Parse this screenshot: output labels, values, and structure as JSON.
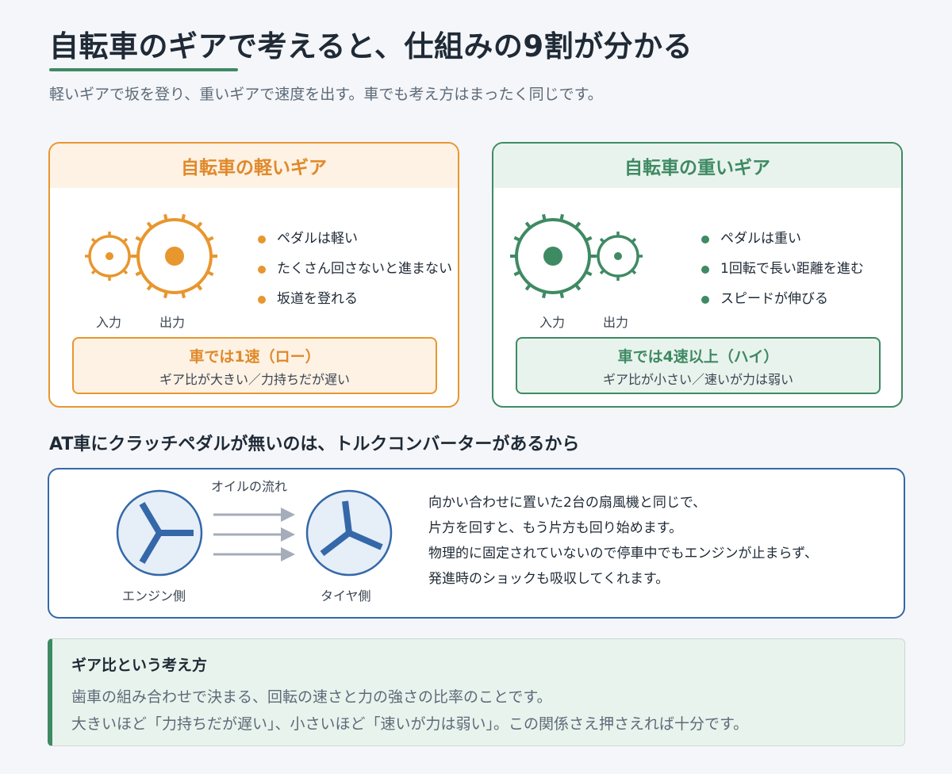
{
  "header": {
    "title": "自転車のギアで考えると、仕組みの9割が分かる",
    "subtitle": "軽いギアで坂を登り、重いギアで速度を出す。車でも考え方はまったく同じです。"
  },
  "cards": [
    {
      "title": "自転車の軽いギア",
      "input_label": "入力",
      "output_label": "出力",
      "bullets": [
        "ペダルは軽い",
        "たくさん回さないと進まない",
        "坂道を登れる"
      ],
      "summary_title": "車では1速（ロー）",
      "summary_desc": "ギア比が大きい／力持ちだが遅い",
      "accent": "#e8962e"
    },
    {
      "title": "自転車の重いギア",
      "input_label": "入力",
      "output_label": "出力",
      "bullets": [
        "ペダルは重い",
        "1回転で長い距離を進む",
        "スピードが伸びる"
      ],
      "summary_title": "車では4速以上（ハイ）",
      "summary_desc": "ギア比が小さい／速いが力は弱い",
      "accent": "#3e8a63"
    }
  ],
  "torque_converter": {
    "section_title": "AT車にクラッチペダルが無いのは、トルクコンバーターがあるから",
    "flow_label": "オイルの流れ",
    "engine_label": "エンジン側",
    "tire_label": "タイヤ側",
    "lines": [
      "向かい合わせに置いた2台の扇風機と同じで、",
      "片方を回すと、もう片方も回り始めます。",
      "物理的に固定されていないので停車中でもエンジンが止まらず、",
      "発進時のショックも吸収してくれます。"
    ],
    "accent": "#3468a8"
  },
  "note": {
    "title": "ギア比という考え方",
    "lines": [
      "歯車の組み合わせで決まる、回転の速さと力の強さの比率のことです。",
      "大きいほど「力持ちだが遅い」、小さいほど「速いが力は弱い」。この関係さえ押さえれば十分です。"
    ]
  }
}
